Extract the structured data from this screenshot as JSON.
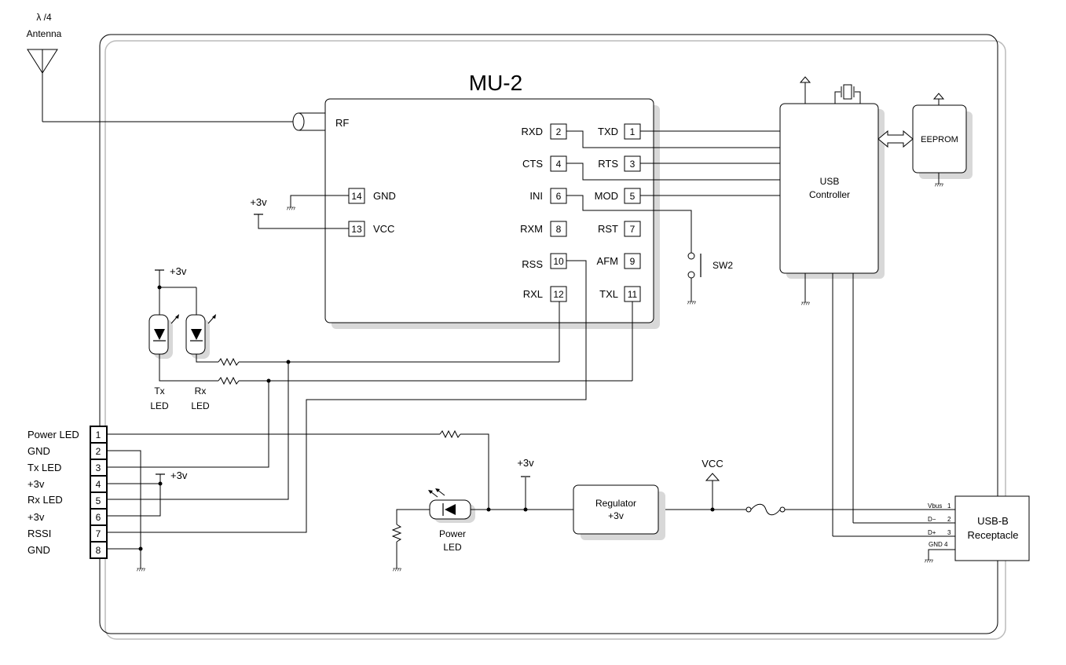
{
  "antenna": {
    "line1": "λ /4",
    "line2": "Antenna"
  },
  "module": {
    "title": "MU-2",
    "rf_label": "RF",
    "pins": [
      {
        "num": "1",
        "label": "TXD"
      },
      {
        "num": "2",
        "label": "RXD"
      },
      {
        "num": "3",
        "label": "RTS"
      },
      {
        "num": "4",
        "label": "CTS"
      },
      {
        "num": "5",
        "label": "MOD"
      },
      {
        "num": "6",
        "label": "INI"
      },
      {
        "num": "7",
        "label": "RST"
      },
      {
        "num": "8",
        "label": "RXM"
      },
      {
        "num": "9",
        "label": "AFM"
      },
      {
        "num": "10",
        "label": "RSS"
      },
      {
        "num": "11",
        "label": "TXL"
      },
      {
        "num": "12",
        "label": "RXL"
      },
      {
        "num": "13",
        "label": "VCC"
      },
      {
        "num": "14",
        "label": "GND"
      }
    ]
  },
  "supply": {
    "plus3v": "+3v",
    "vcc": "VCC"
  },
  "switch": {
    "label": "SW2"
  },
  "usb_controller": {
    "line1": "USB",
    "line2": "Controller"
  },
  "eeprom": {
    "label": "EEPROM"
  },
  "leds": {
    "tx_line1": "Tx",
    "tx_line2": "LED",
    "rx_line1": "Rx",
    "rx_line2": "LED",
    "power_line1": "Power",
    "power_line2": "LED"
  },
  "regulator": {
    "line1": "Regulator",
    "line2": "+3v"
  },
  "usb_b": {
    "line1": "USB-B",
    "line2": "Receptacle",
    "pins": [
      {
        "name": "Vbus",
        "num": "1"
      },
      {
        "name": "D−",
        "num": "2"
      },
      {
        "name": "D+",
        "num": "3"
      },
      {
        "name": "GND",
        "num": "4"
      }
    ]
  },
  "connector": {
    "pins": [
      {
        "num": "1",
        "label": "Power LED"
      },
      {
        "num": "2",
        "label": "GND"
      },
      {
        "num": "3",
        "label": "Tx LED"
      },
      {
        "num": "4",
        "label": "+3v"
      },
      {
        "num": "5",
        "label": "Rx LED"
      },
      {
        "num": "6",
        "label": "+3v"
      },
      {
        "num": "7",
        "label": "RSSI"
      },
      {
        "num": "8",
        "label": "GND"
      }
    ]
  }
}
